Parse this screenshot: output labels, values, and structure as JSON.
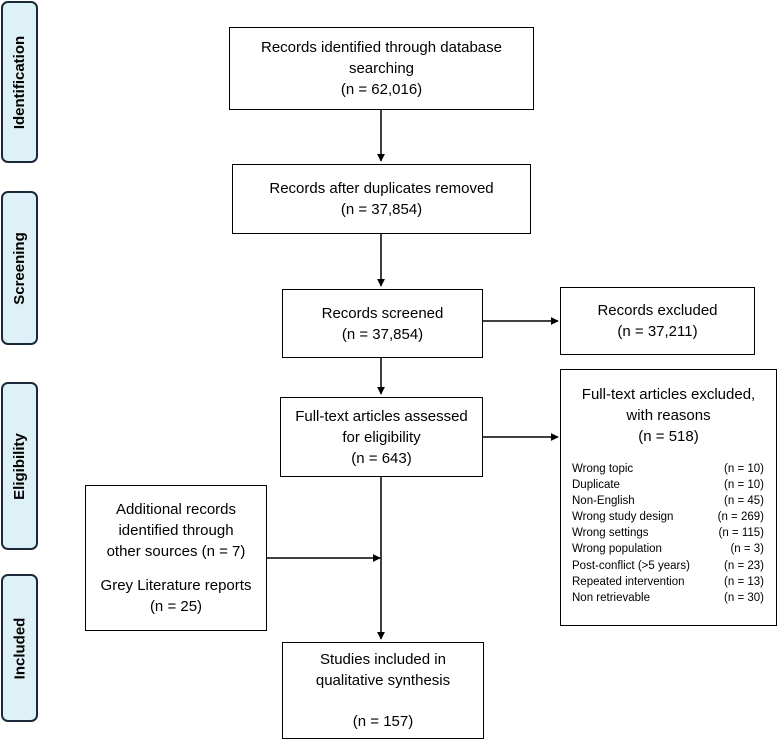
{
  "stages": {
    "identification": "Identification",
    "screening": "Screening",
    "eligibility": "Eligibility",
    "included": "Included"
  },
  "boxes": {
    "identified": {
      "line1": "Records identified through database",
      "line2": "searching",
      "count": "(n = 62,016)"
    },
    "deduplicated": {
      "line1": "Records after duplicates removed",
      "count": "(n = 37,854)"
    },
    "screened": {
      "line1": "Records screened",
      "count": "(n = 37,854)"
    },
    "excluded": {
      "line1": "Records excluded",
      "count": "(n = 37,211)"
    },
    "assessed": {
      "line1": "Full-text articles assessed",
      "line2": "for eligibility",
      "count": "(n = 643)"
    },
    "fulltext_excluded": {
      "line1": "Full-text articles excluded,",
      "line2": "with reasons",
      "count": "(n = 518)",
      "reasons": [
        {
          "label": "Wrong topic",
          "count": "(n = 10)"
        },
        {
          "label": "Duplicate",
          "count": "(n = 10)"
        },
        {
          "label": "Non-English",
          "count": "(n = 45)"
        },
        {
          "label": "Wrong study design",
          "count": "(n = 269)"
        },
        {
          "label": "Wrong settings",
          "count": "(n = 115)"
        },
        {
          "label": "Wrong population",
          "count": "(n = 3)"
        },
        {
          "label": "Post-conflict (>5 years)",
          "count": "(n = 23)"
        },
        {
          "label": "Repeated intervention",
          "count": "(n = 13)"
        },
        {
          "label": "Non retrievable",
          "count": "(n = 30)"
        }
      ]
    },
    "additional": {
      "line1": "Additional records",
      "line2": "identified through",
      "line3": "other sources (n = 7)",
      "line4": "Grey Literature reports",
      "line5": "(n = 25)"
    },
    "included": {
      "line1": "Studies included in",
      "line2": "qualitative synthesis",
      "count": "(n = 157)"
    }
  }
}
